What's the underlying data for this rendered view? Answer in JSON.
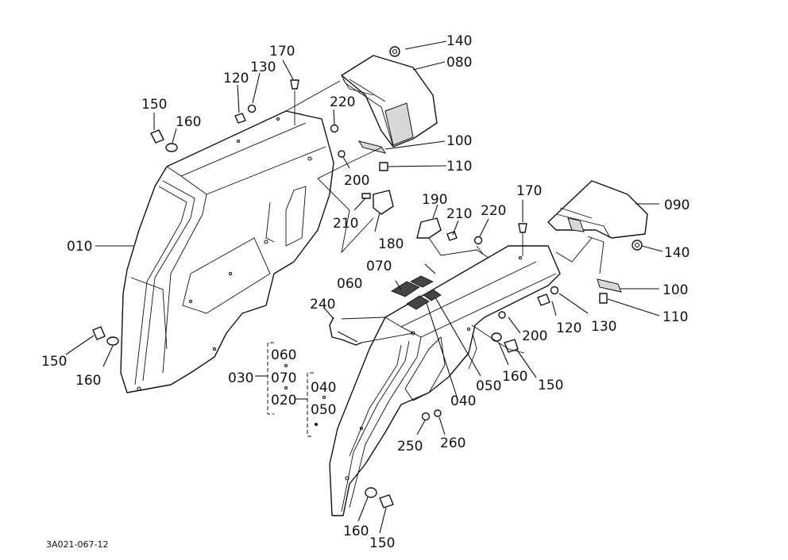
{
  "drawing_code": "3A021-067-12",
  "labels": {
    "p010": "010",
    "p020": "020",
    "p030": "030",
    "p040_a": "040",
    "p040_b": "040",
    "p050_a": "050",
    "p050_b": "050",
    "p060_a": "060",
    "p060_b": "060",
    "p070_a": "070",
    "p070_b": "070",
    "p080": "080",
    "p090": "090",
    "p100_a": "100",
    "p100_b": "100",
    "p110_a": "110",
    "p110_b": "110",
    "p120_a": "120",
    "p120_b": "120",
    "p130_a": "130",
    "p130_b": "130",
    "p140_a": "140",
    "p140_b": "140",
    "p150_a": "150",
    "p150_b": "150",
    "p150_c": "150",
    "p150_d": "150",
    "p160_a": "160",
    "p160_b": "160",
    "p160_c": "160",
    "p160_d": "160",
    "p170_a": "170",
    "p170_b": "170",
    "p180": "180",
    "p190": "190",
    "p200_a": "200",
    "p200_b": "200",
    "p210_a": "210",
    "p210_b": "210",
    "p220_a": "220",
    "p220_b": "220",
    "p240": "240",
    "p250": "250",
    "p260": "260"
  }
}
